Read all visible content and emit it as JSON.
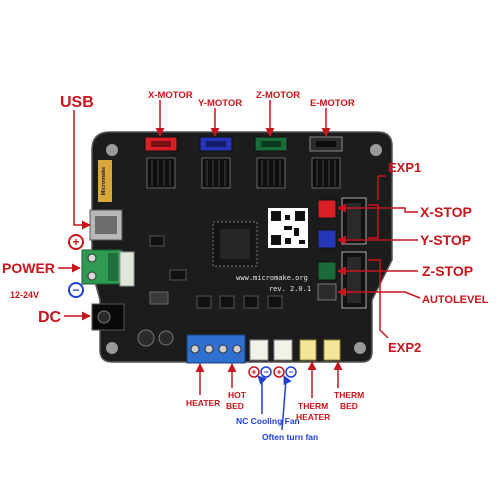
{
  "labels": {
    "usb": "USB",
    "x_motor": "X-MOTOR",
    "y_motor": "Y-MOTOR",
    "z_motor": "Z-MOTOR",
    "e_motor": "E-MOTOR",
    "exp1": "EXP1",
    "x_stop": "X-STOP",
    "y_stop": "Y-STOP",
    "z_stop": "Z-STOP",
    "autolevel": "AUTOLEVEL",
    "exp2": "EXP2",
    "power": "POWER",
    "voltage": "12-24V",
    "dc": "DC",
    "heater": "HEATER",
    "hot_bed": [
      "HOT",
      "BED"
    ],
    "nc_cooling_fan": "NC Cooling Fan",
    "often_turn_fan": "Often turn fan",
    "therm_heater": [
      "THERM",
      "HEATER"
    ],
    "therm_bed": [
      "THERM",
      "BED"
    ],
    "plus_sign": "+",
    "minus_sign": "−"
  },
  "board_text": {
    "website": "www.micromake.org",
    "revision": "rev. 2.0.1",
    "brand": "Micromake"
  },
  "colors": {
    "label_red": "#c8141b",
    "label_blue": "#1f3fd1",
    "board": "#1c1c1c",
    "x_connector": "#d92027",
    "y_connector": "#2636b8",
    "z_connector": "#1a6b3c",
    "e_connector": "#1a1a1a",
    "power_terminal": "#2f9a52",
    "heater_terminal": "#2f6fcf",
    "fan_connector": "#f2f2ea",
    "therm_connector": "#f3e59a"
  }
}
